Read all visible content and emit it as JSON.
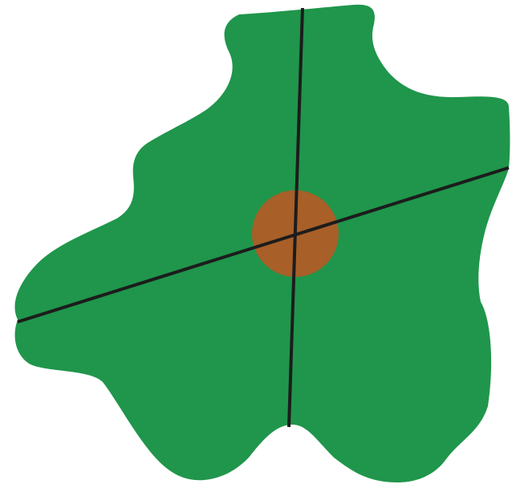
{
  "diagram": {
    "background_color": "#ffffff",
    "shape": {
      "name": "irregular-region",
      "fill_color": "#1f964b"
    },
    "center_marker": {
      "name": "center-point",
      "fill_color": "#a85f28"
    },
    "lines": [
      {
        "name": "near-vertical-axis",
        "stroke_color": "#1c1c1c"
      },
      {
        "name": "diagonal-axis",
        "stroke_color": "#1c1c1c"
      }
    ]
  }
}
